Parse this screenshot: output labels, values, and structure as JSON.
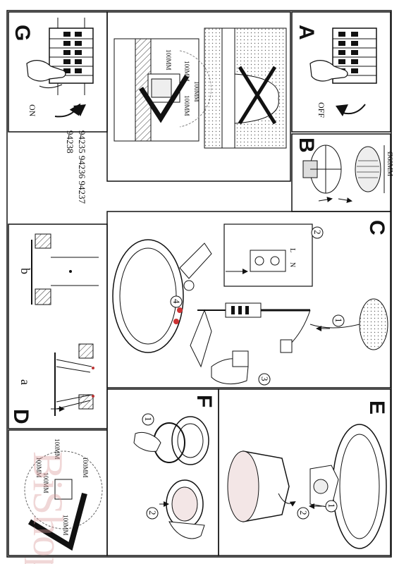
{
  "page": {
    "watermark": "BiShop",
    "corner_logo": ""
  },
  "panels": {
    "G": {
      "letter": "G",
      "state": "ON"
    },
    "A": {
      "letter": "A",
      "state": "OFF"
    },
    "B": {
      "letter": "B",
      "dimension": "Ø68MM"
    },
    "C": {
      "letter": "C",
      "steps": [
        "1",
        "2",
        "3",
        "4"
      ],
      "terminal_L": "L",
      "terminal_N": "N"
    },
    "D": {
      "letter": "D",
      "sub_a": "a",
      "sub_b": "b"
    },
    "E": {
      "letter": "E",
      "steps": [
        "1",
        "2"
      ]
    },
    "F": {
      "letter": "F",
      "steps": [
        "1",
        "2"
      ]
    },
    "clearance": {
      "labels": [
        "100MM",
        "100MM",
        "100MM",
        "100MM"
      ]
    },
    "bottom_clearance": {
      "labels": [
        "100MM",
        "100MM",
        "100MM",
        "100MM",
        "100MM"
      ]
    }
  },
  "models": {
    "line1": "94235  94236  94237",
    "line2": "94238"
  }
}
